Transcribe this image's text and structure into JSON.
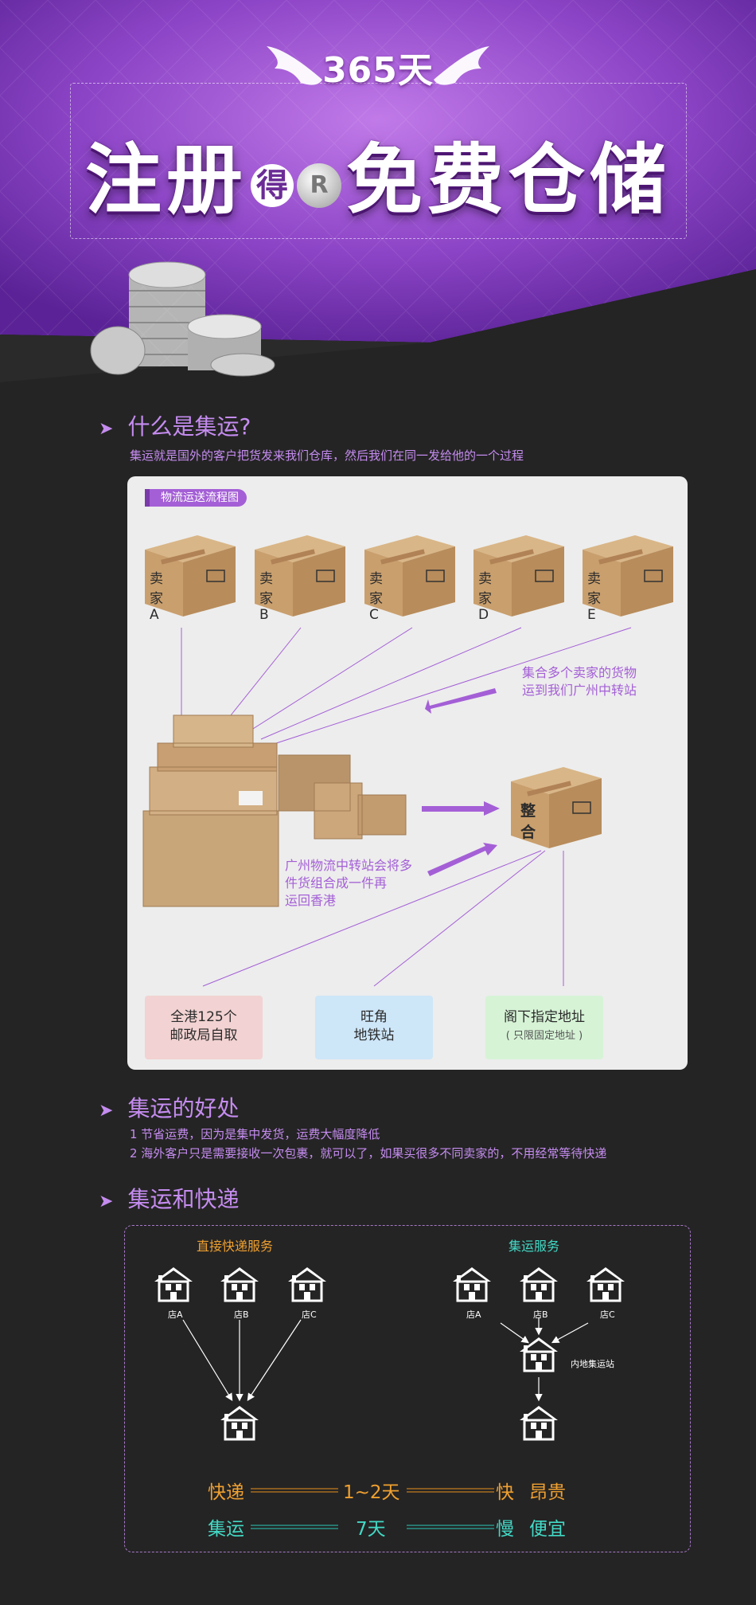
{
  "hero": {
    "badge": "365天",
    "title_part1": "注册",
    "title_de": "得",
    "title_coin": "R",
    "title_part2": "免费仓储"
  },
  "section1": {
    "heading": "什么是集运?",
    "description": "集运就是国外的客户把货发来我们仓库，然后我们在同一发给他的一个过程"
  },
  "flow": {
    "tag": "物流运送流程图",
    "sellers": [
      "卖家A",
      "卖家B",
      "卖家C",
      "卖家D",
      "卖家E"
    ],
    "note_collect_line1": "集合多个卖家的货物",
    "note_collect_line2": "运到我们广州中转站",
    "note_merge_line1": "广州物流中转站会将多",
    "note_merge_line2": "件货组合成一件再",
    "note_merge_line3": "运回香港",
    "merged_label": "整合",
    "destinations": [
      {
        "line1": "全港125个",
        "line2": "邮政局自取",
        "color": "#f2d2d2"
      },
      {
        "line1": "旺角",
        "line2": "地铁站",
        "color": "#cde6f8"
      },
      {
        "line1": "阁下指定地址",
        "line2": "( 只限固定地址 )",
        "color": "#d6f3d6"
      }
    ]
  },
  "section2": {
    "heading": "集运的好处",
    "benefits": [
      "1 节省运费，因为是集中发货，运费大幅度降低",
      "2 海外客户只是需要接收一次包裹，就可以了，如果买很多不同卖家的，不用经常等待快递"
    ]
  },
  "section3": {
    "heading": "集运和快递",
    "direct_title": "直接快递服务",
    "consolidated_title": "集运服务",
    "store_labels": [
      "店A",
      "店B",
      "店C"
    ],
    "hub_label": "内地集运站",
    "express": {
      "name": "快递",
      "time": "1~2天",
      "speed": "快",
      "cost": "昂贵",
      "color": "#f0a030"
    },
    "consolidation": {
      "name": "集运",
      "time": "7天",
      "speed": "慢",
      "cost": "便宜",
      "color": "#43d9c6"
    }
  },
  "colors": {
    "accent_purple": "#c58cf0",
    "panel_bg": "#ededed",
    "page_bg": "#242424"
  }
}
